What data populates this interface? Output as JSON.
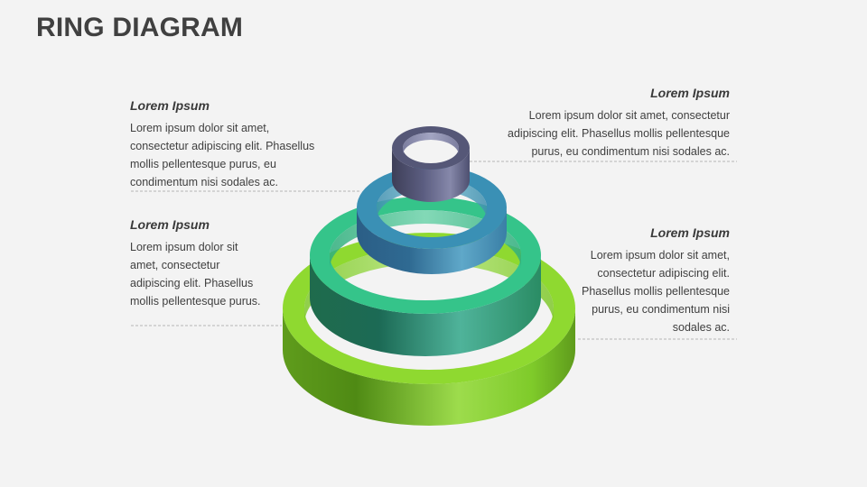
{
  "slide": {
    "title": "RING DIAGRAM"
  },
  "colors": {
    "background": "#f3f3f3",
    "title": "#404040",
    "ring_1": "#8fd930",
    "ring_2": "#35c48a",
    "ring_3": "#3a90b5",
    "ring_4": "#555777",
    "leader_line": "#b5b5b5"
  },
  "blocks": [
    {
      "head": "Lorem Ipsum",
      "body": [
        "Lorem ipsum dolor sit amet,",
        "consectetur adipiscing elit. Phasellus",
        "mollis pellentesque purus, eu",
        "condimentum nisi sodales ac."
      ]
    },
    {
      "head": "Lorem Ipsum",
      "body": [
        "Lorem ipsum dolor sit",
        "amet, consectetur",
        "adipiscing elit. Phasellus",
        "mollis pellentesque purus."
      ]
    },
    {
      "head": "Lorem Ipsum",
      "body": [
        "Lorem ipsum dolor sit amet, consectetur",
        "adipiscing elit. Phasellus mollis pellentesque",
        "purus, eu condimentum nisi sodales ac."
      ]
    },
    {
      "head": "Lorem Ipsum",
      "body": [
        "Lorem ipsum dolor sit amet,",
        "consectetur adipiscing elit.",
        "Phasellus mollis pellentesque",
        "purus, eu condimentum nisi",
        "sodales ac."
      ]
    }
  ]
}
